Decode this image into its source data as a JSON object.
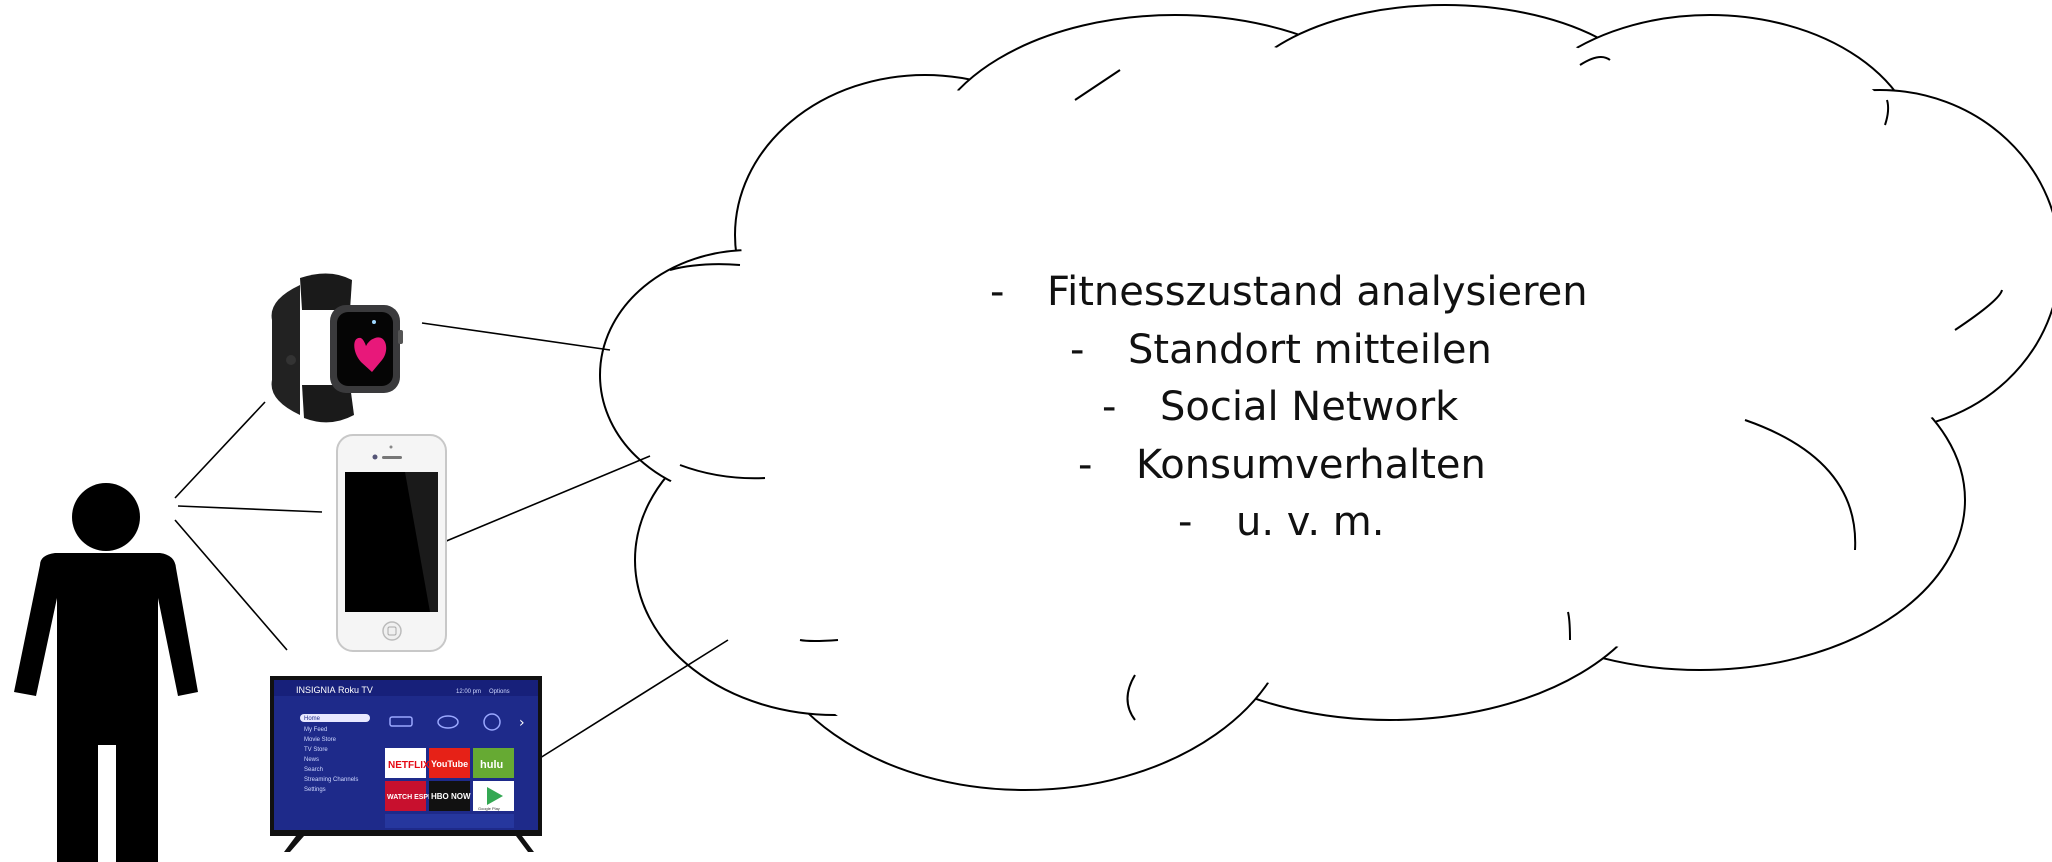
{
  "cloud": {
    "items": [
      {
        "dash": "-",
        "text": "Fitnesszustand analysieren"
      },
      {
        "dash": "-",
        "text": "Standort mitteilen"
      },
      {
        "dash": "-",
        "text": "Social Network"
      },
      {
        "dash": "-",
        "text": "Konsumverhalten"
      },
      {
        "dash": "-",
        "text": "u. v. m."
      }
    ]
  },
  "tv": {
    "brand": "INSIGNIA",
    "platform": "Roku TV",
    "header_right": [
      "12:00 pm",
      "Options"
    ],
    "menu": [
      "Home",
      "My Feed",
      "Movie Store",
      "TV Store",
      "News",
      "Search",
      "Streaming Channels",
      "Settings"
    ],
    "tiles": [
      {
        "label": "NETFLIX",
        "color": "#ffffff",
        "text_color": "#e50914"
      },
      {
        "label": "YouTube",
        "color": "#e62117",
        "text_color": "#ffffff"
      },
      {
        "label": "hulu",
        "color": "#66aa33",
        "text_color": "#ffffff"
      },
      {
        "label": "WATCH ESPN",
        "color": "#c8102e",
        "text_color": "#ffffff"
      },
      {
        "label": "HBO NOW",
        "color": "#111111",
        "text_color": "#ffffff"
      },
      {
        "label": "Google Play",
        "color": "#ffffff",
        "text_color": "#333333"
      }
    ]
  },
  "icons": {
    "person": "person-icon",
    "smartwatch": "smartwatch-icon",
    "smartphone": "smartphone-icon",
    "television": "television-icon",
    "cloud": "cloud-shape"
  }
}
